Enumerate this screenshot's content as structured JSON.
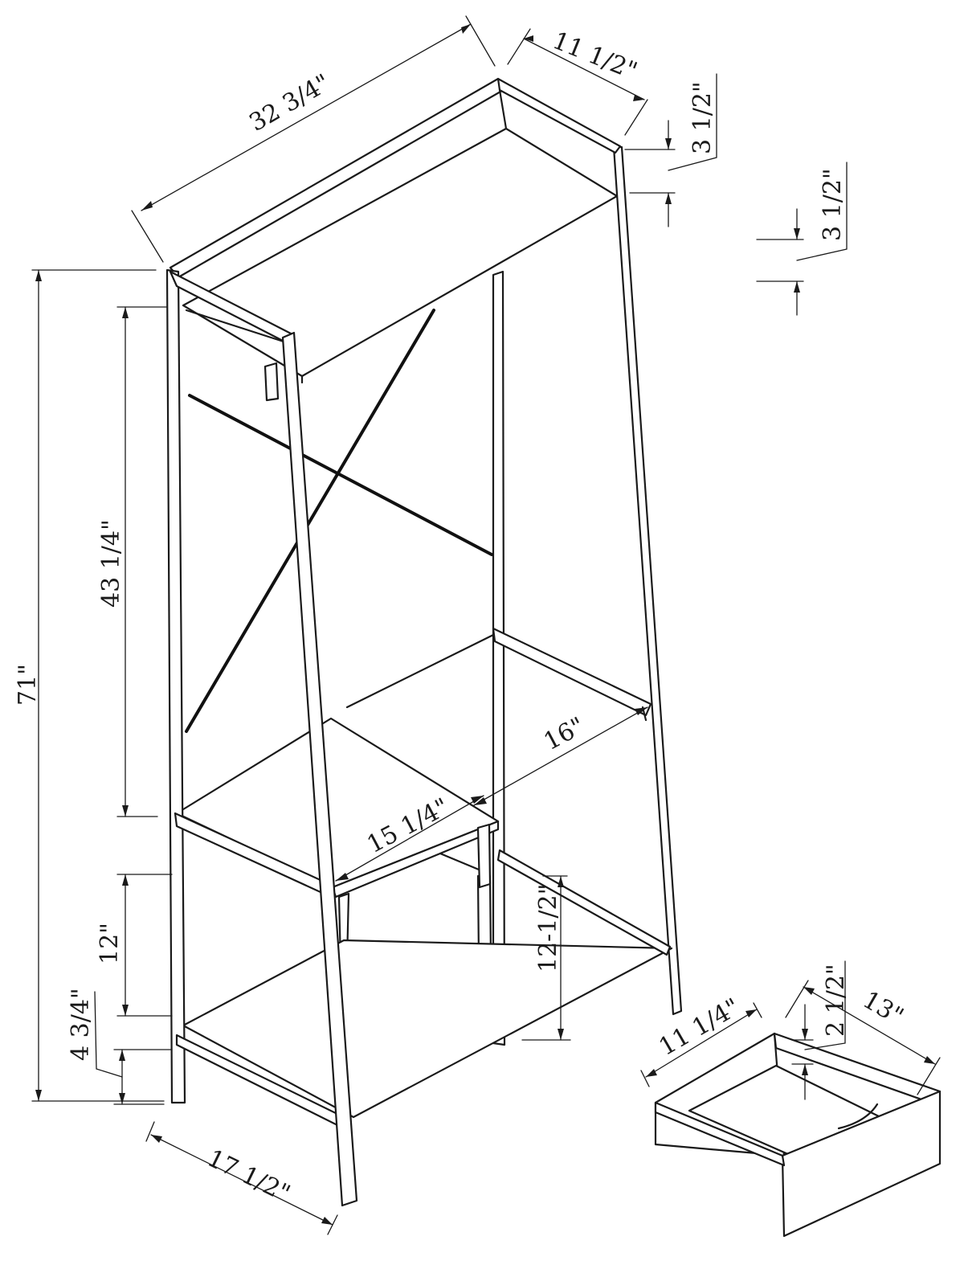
{
  "colors": {
    "ink": "#1a1a1a",
    "paper": "#ffffff"
  },
  "dimensions": {
    "overall_width": "32 3/4\"",
    "top_depth": "11 1/2\"",
    "top_rail_height": "3 1/2\"",
    "side_rail_height": "3 1/2\"",
    "overall_height": "71\"",
    "upper_clearance": "43 1/4\"",
    "drawer_opening_width": "16\"",
    "bench_depth": "15 1/4\"",
    "lower_shelf_gap": "12\"",
    "bench_height": "12-1/2\"",
    "bottom_clearance": "4 3/4\"",
    "base_depth": "17 1/2\"",
    "drawer_width": "11 1/4\"",
    "drawer_height": "2 1/2\"",
    "drawer_depth": "13\""
  }
}
